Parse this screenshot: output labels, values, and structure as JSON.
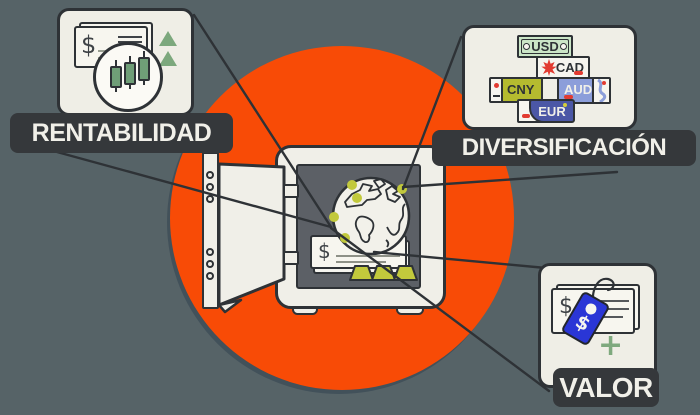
{
  "illustration": {
    "background_color": "#566367",
    "circle_color": "#f84b06",
    "outline_color": "#2e3236",
    "card_color": "#efeee6",
    "accent_yellow_green": "#c2c93c",
    "accent_green": "#7ca87d",
    "tag_blue": "#2a36d6"
  },
  "callouts": {
    "rentabilidad": {
      "label": "RENTABILIDAD"
    },
    "diversificacion": {
      "label": "DIVERSIFICACIÓN"
    },
    "valor": {
      "label": "VALOR"
    }
  },
  "rentabilidad_card": {
    "check_symbol": "$"
  },
  "diversificacion_card": {
    "bills": [
      {
        "code": "USD"
      },
      {
        "code": "CAD"
      },
      {
        "code": "CNY"
      },
      {
        "code": "AUD"
      },
      {
        "code": "EUR"
      }
    ]
  },
  "valor_card": {
    "check_symbol": "$",
    "tag_symbol": "$",
    "plus_symbol": "+"
  },
  "safe": {
    "check_symbol": "$"
  }
}
